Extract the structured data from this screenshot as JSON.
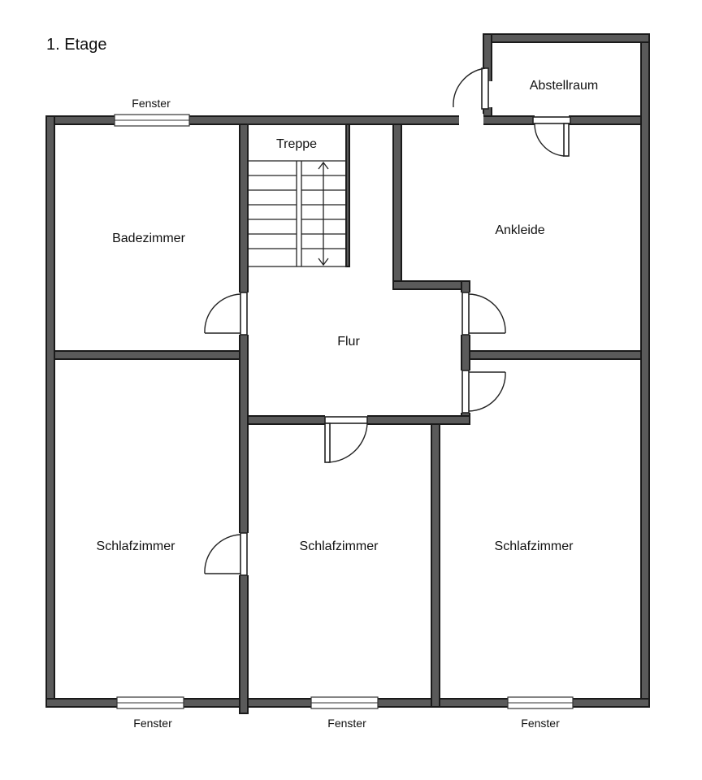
{
  "plan": {
    "title": "1. Etage",
    "rooms": {
      "abstellraum": "Abstellraum",
      "treppe": "Treppe",
      "badezimmer": "Badezimmer",
      "ankleide": "Ankleide",
      "flur": "Flur",
      "schlafzimmer_left": "Schlafzimmer",
      "schlafzimmer_middle": "Schlafzimmer",
      "schlafzimmer_right": "Schlafzimmer"
    },
    "windows": {
      "top": "Fenster",
      "bottom_left": "Fenster",
      "bottom_middle": "Fenster",
      "bottom_right": "Fenster"
    }
  }
}
